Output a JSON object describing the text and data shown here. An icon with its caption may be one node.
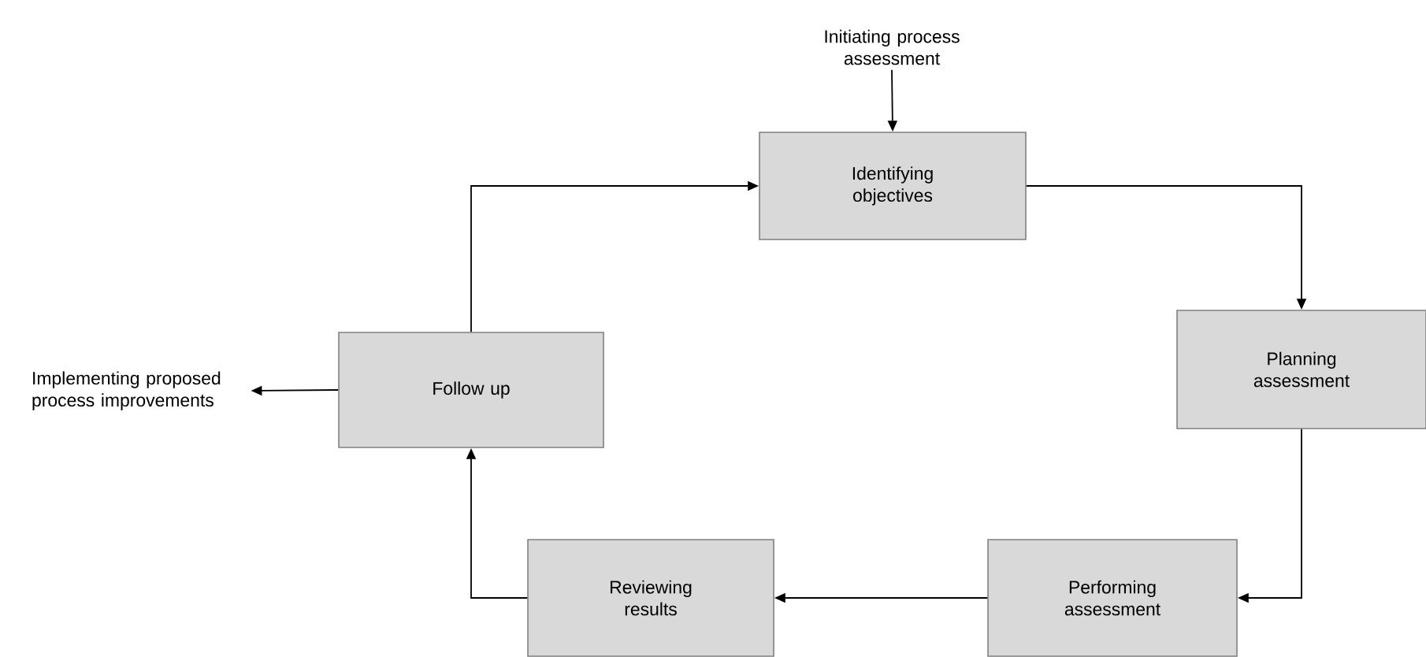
{
  "diagram": {
    "nodes": [
      {
        "text": [
          "Initiating process assessment"
        ]
      },
      {
        "text": [
          "Identifying objectives"
        ]
      },
      {
        "text": [
          "Planning assessment"
        ]
      },
      {
        "text": [
          "Performing assessment"
        ]
      },
      {
        "text": [
          "Reviewing results"
        ]
      },
      {
        "text": [
          "Follow up"
        ]
      },
      {
        "text": [
          "Implementing proposed process improvements"
        ]
      }
    ],
    "edges": [
      {
        "from": 0,
        "to": 1,
        "arrow": "to"
      },
      {
        "from": 1,
        "to": 2,
        "arrow": "to"
      },
      {
        "from": 2,
        "to": 3,
        "arrow": "to"
      },
      {
        "from": 3,
        "to": 4,
        "arrow": "to"
      },
      {
        "from": 4,
        "to": 5,
        "arrow": "to"
      },
      {
        "from": 5,
        "to": 1,
        "arrow": "to"
      },
      {
        "from": 5,
        "to": 6,
        "arrow": "to"
      }
    ]
  }
}
